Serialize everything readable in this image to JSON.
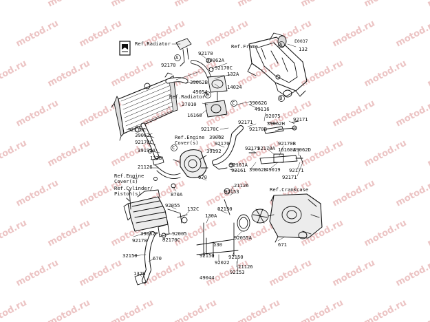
{
  "watermark": {
    "text": "motod.ru",
    "color": "#e9c0c0"
  },
  "diagram_code": "E0037",
  "refs": {
    "radiator_top": "Ref.Radiator",
    "radiator_mid": "Ref.Radiator",
    "frame": "Ref.Frame",
    "engine_cover_1": "Ref.Engine Cover(s)",
    "engine_cover_2": "Ref.Engine Cover(s)",
    "cylinder_piston": "Ref.Cylinder/ Piston(s)",
    "crankcase": "Ref.Crankcase"
  },
  "parts": {
    "p92170_a": "92170",
    "p39062a": "39062A",
    "p92170c_a": "92170C",
    "p92170_b": "92170",
    "p132a": "132A",
    "p39062b": "39062B",
    "p14024": "14024",
    "p49054": "49054",
    "p27010": "27010",
    "p16160": "16160",
    "p92170c_b": "92170C",
    "p39062g": "39062G",
    "p49116": "49116",
    "p92075": "92075",
    "p92171_a": "92171",
    "p92170b": "92170B",
    "p39062h": "39062H",
    "p92171_b": "92171",
    "p132_frame": "132",
    "p92170c_c": "92170C",
    "p39062c": "39062C",
    "p92170c_d": "92170C",
    "p39192a": "39192A",
    "p132b_a": "132B",
    "p21126_a": "21126",
    "p39062_a": "39062",
    "p92170_c": "92170",
    "p39192": "39192",
    "p92171_c": "92171",
    "p92170a": "92170A",
    "p92170b_b": "92170B",
    "p16160a": "16160A",
    "p39062d": "39062D",
    "p92161a": "92161A",
    "p92161": "92161",
    "p39062e": "39062E",
    "p49019": "49019",
    "p92171_d": "92171",
    "p92171_e": "92171",
    "p670_a": "670",
    "p870a": "870A",
    "p21126_b": "21126",
    "p92153_a": "92153",
    "p92055": "92055",
    "p132c": "132C",
    "p92150_a": "92150",
    "p130a": "130A",
    "p39062f": "39062F",
    "p92005": "92005",
    "p92170_d": "92170",
    "p92170c_e": "92170C",
    "p92055a": "92055A",
    "p130": "130",
    "p92150_b": "92150",
    "p92150_c": "92150",
    "p92022": "92022",
    "p671": "671",
    "p32150": "32150",
    "p670_b": "670",
    "p21126_c": "21126",
    "p92153_b": "92153",
    "p132b_b": "132B",
    "p49044": "49044"
  },
  "callouts": [
    "A",
    "B",
    "C",
    "A",
    "B",
    "C"
  ]
}
